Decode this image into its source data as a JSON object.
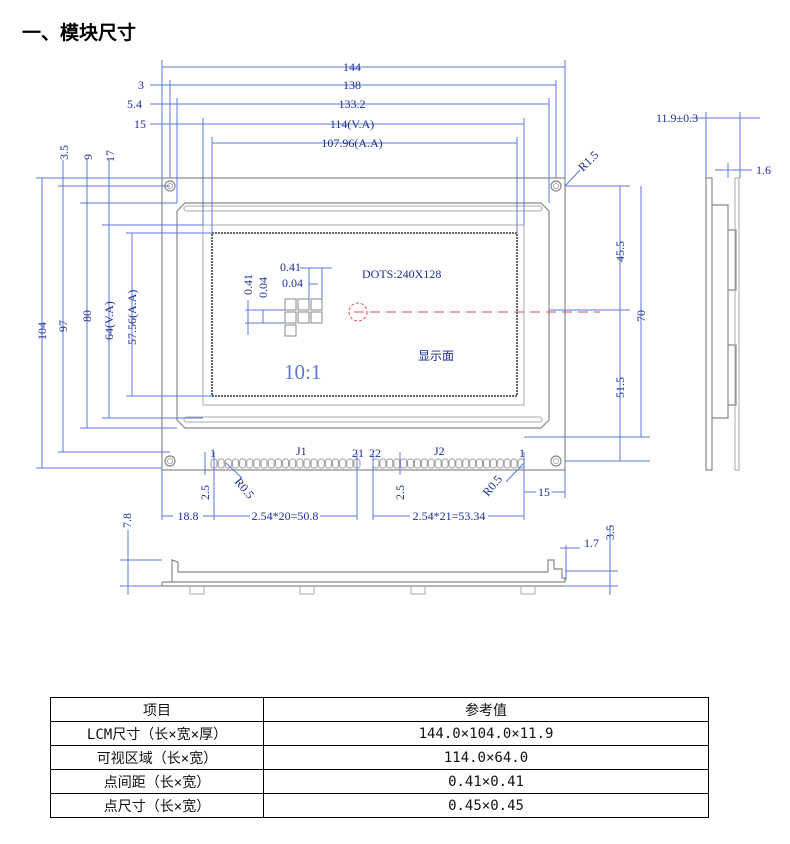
{
  "title": "一、模块尺寸",
  "front": {
    "top_dims": [
      "144",
      "138",
      "133.2",
      "114(V.A)",
      "107.96(A.A)"
    ],
    "left_offsets": [
      "3",
      "5.4",
      "15"
    ],
    "left_dims": [
      "104",
      "97",
      "80",
      "64(V.A)",
      "57.56(A.A)"
    ],
    "left_top_offsets": [
      "3.5",
      "9",
      "17"
    ],
    "right_dims": [
      "45.5",
      "51.5",
      "70"
    ],
    "hole_radius": "R1.5",
    "dots": "DOTS:240X128",
    "display_label": "显示面",
    "scale": "10:1",
    "dot_pitch": "0.41",
    "dot_gap": "0.04",
    "j1": {
      "label": "J1",
      "first": "1",
      "last": "21"
    },
    "j2": {
      "label": "J2",
      "first": "22",
      "last": "1"
    },
    "pad_radius": "R0.5",
    "pin_offset": "2.5",
    "bottom_dims": [
      "18.8",
      "2.54*20=50.8",
      "2.54*21=53.34",
      "15"
    ]
  },
  "side": {
    "thickness": "11.9±0.3",
    "pcb": "1.6"
  },
  "bottom_view": {
    "height": "7.8",
    "edge": "1.7",
    "step": "3.5"
  },
  "table": {
    "headers": [
      "项目",
      "参考值"
    ],
    "rows": [
      [
        "LCM尺寸（长×宽×厚）",
        "144.0×104.0×11.9"
      ],
      [
        "可视区域（长×宽）",
        "114.0×64.0"
      ],
      [
        "点间距（长×宽）",
        "0.41×0.41"
      ],
      [
        "点尺寸（长×宽）",
        "0.45×0.45"
      ]
    ]
  },
  "colors": {
    "dimension": "#1a2e9a",
    "line": "#5a78d8",
    "outline": "#888888"
  }
}
